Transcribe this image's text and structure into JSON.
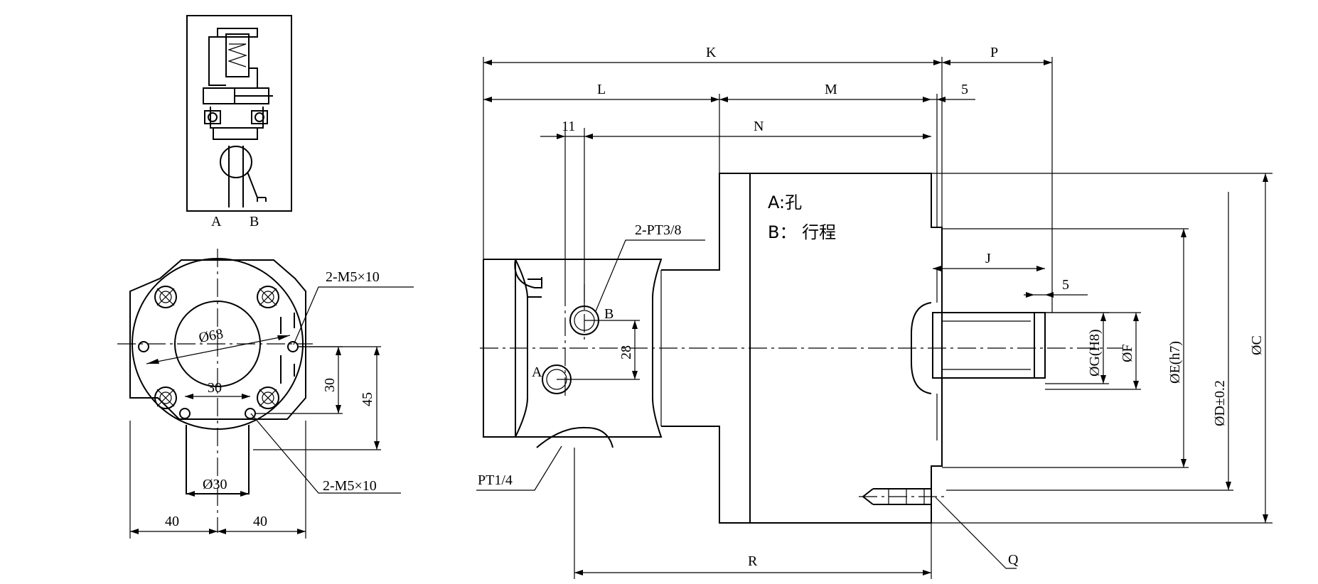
{
  "schematic": {
    "port_a": "A",
    "port_b": "B"
  },
  "front_view": {
    "dim_hole_left": "2-M5×10",
    "dim_hole_right": "2-M5×10",
    "dia_bore": "Ø68",
    "dim_30_horizontal": "30",
    "dim_30_vertical": "30",
    "dim_45": "45",
    "dia_30_base": "Ø30",
    "dim_40_left": "40",
    "dim_40_right": "40"
  },
  "side_view": {
    "dim_K": "K",
    "dim_P": "P",
    "dim_L": "L",
    "dim_M": "M",
    "dim_5_top": "5",
    "dim_11": "11",
    "dim_N": "N",
    "port_label": "2-PT3/8",
    "port_A": "A",
    "port_B": "B",
    "dim_28": "28",
    "legend_a": "A:孔",
    "legend_b": "B： 行程",
    "dim_J": "J",
    "dim_5_right": "5",
    "dia_G": "ØG(H8)",
    "dia_F": "ØF",
    "dia_E": "ØE(h7)",
    "dia_D": "ØD±0.2",
    "dia_C": "ØC",
    "pt14_label": "PT1/4",
    "dim_R": "R",
    "dim_Q": "Q"
  }
}
